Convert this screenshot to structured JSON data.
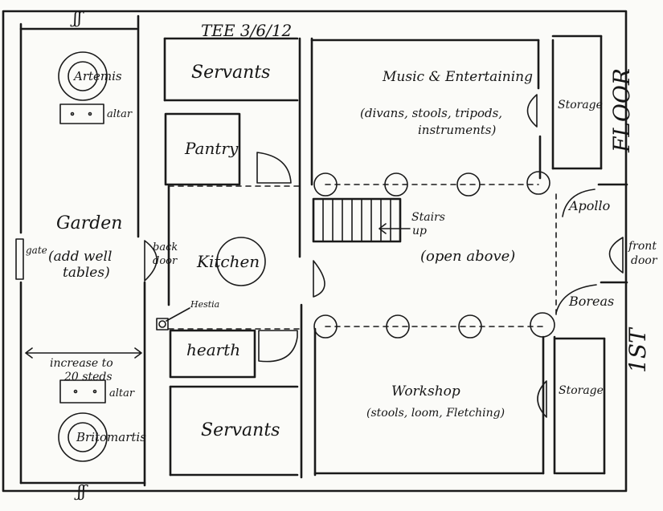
{
  "title": "TEE 3/6/12",
  "side_label": {
    "floor": "FLOOR",
    "first": "1ST"
  },
  "break_mark": "ʃʃ",
  "rooms": {
    "servants_top": "Servants",
    "pantry": "Pantry",
    "kitchen": "Kitchen",
    "hearth": "hearth",
    "servants_bottom": "Servants",
    "music_title": "Music & Entertaining",
    "music_note_1": "(divans, stools, tripods,",
    "music_note_2": "instruments)",
    "storage_top": "Storage",
    "storage_bottom": "Storage",
    "stairs_1": "Stairs",
    "stairs_2": "up",
    "open_above": "(open above)",
    "workshop_title": "Workshop",
    "workshop_note": "(stools, loom, Fletching)"
  },
  "garden": {
    "title": "Garden",
    "note_1": "(add well",
    "note_2": "tables)",
    "gate": "gate",
    "back_door_1": "back",
    "back_door_2": "door",
    "increase_1": "increase to",
    "increase_2": "20 steds",
    "artemis": "Artemis",
    "altar_top": "altar",
    "britomartis": "Britomartis",
    "altar_bottom": "altar"
  },
  "shrines": {
    "apollo": "Apollo",
    "boreas": "Boreas",
    "hestia": "Hestia"
  },
  "entrance": {
    "front_1": "front",
    "front_2": "door"
  }
}
